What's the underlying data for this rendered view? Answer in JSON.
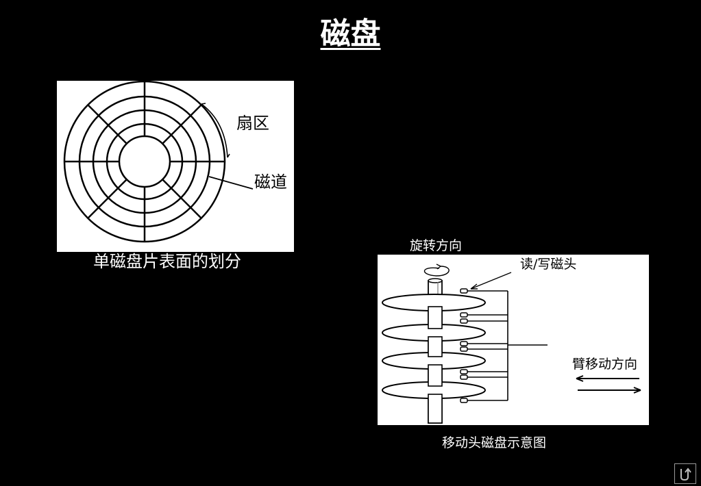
{
  "slide": {
    "title": "磁盘"
  },
  "disk_surface": {
    "sector_label": "扇区",
    "track_label": "磁道",
    "caption": "单磁盘片表面的划分"
  },
  "moving_head": {
    "rotation_label": "旋转方向",
    "head_label": "读/写磁头",
    "arm_label": "臂移动方向",
    "caption": "移动头磁盘示意图"
  },
  "nav": {
    "icon": "return-icon"
  },
  "colors": {
    "background": "#000000",
    "text": "#ffffff",
    "figure_background": "#ffffff",
    "figure_ink": "#000000"
  }
}
